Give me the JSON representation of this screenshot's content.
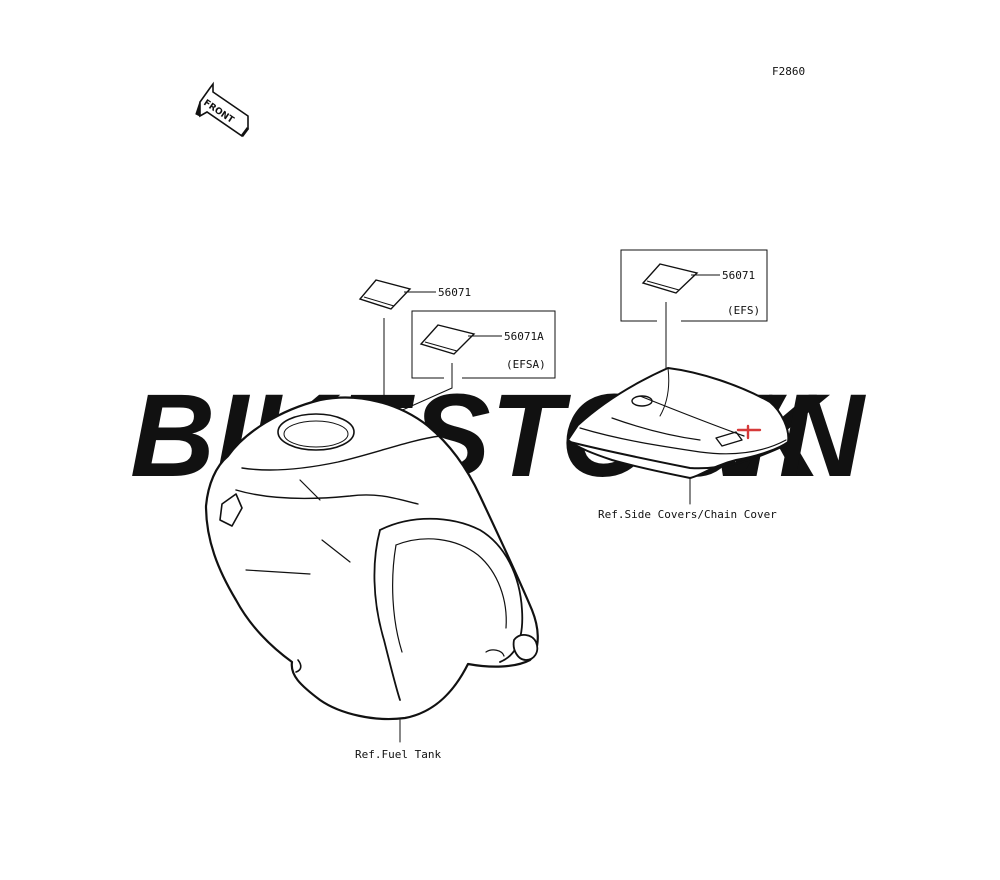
{
  "figure_code": "F2860",
  "front_label": "FRONT",
  "watermark": {
    "main": "BIKESTOCK",
    "suffix": "VN",
    "main_color": "#d9d9d9",
    "suffix_color": "#f4c9c9"
  },
  "parts": {
    "label_left": {
      "number": "56071"
    },
    "label_left_option": {
      "number": "56071A",
      "variant": "(EFSA)"
    },
    "label_right": {
      "number": "56071",
      "variant": "(EFS)"
    }
  },
  "references": {
    "fuel_tank": "Ref.Fuel Tank",
    "side_covers": "Ref.Side Covers/Chain Cover"
  },
  "colors": {
    "line": "#111111",
    "accent": "#d63a3a"
  }
}
